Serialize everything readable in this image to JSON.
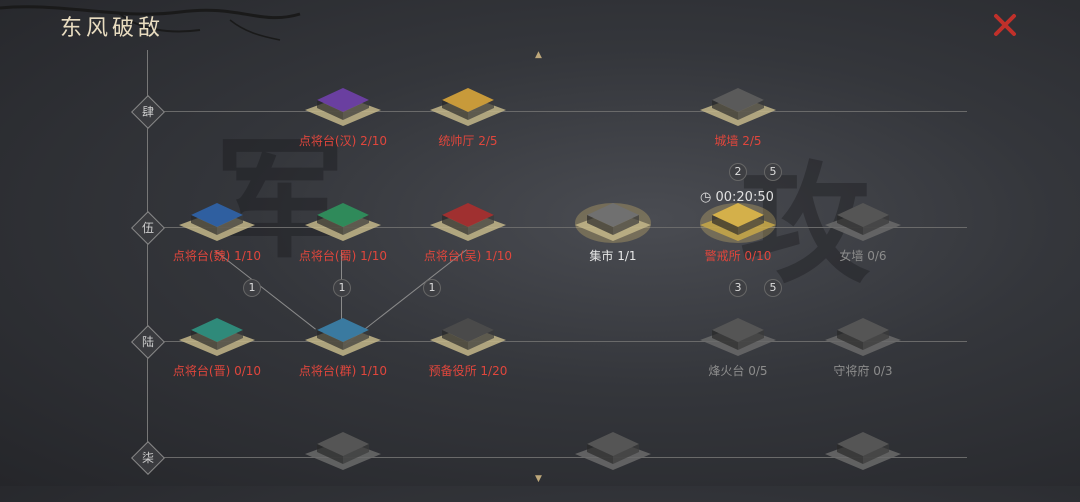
{
  "title": "东风破敌",
  "bg_chars": [
    "军",
    "攻"
  ],
  "rows": [
    "肆",
    "伍",
    "陆",
    "柒"
  ],
  "timer": "00:20:50",
  "nodes": [
    {
      "id": "n1",
      "label": "点将台(汉) 2/10",
      "state": "red",
      "roof": "#6a3fa0"
    },
    {
      "id": "n2",
      "label": "统帅厅 2/5",
      "state": "red",
      "roof": "#c89a3a"
    },
    {
      "id": "n3",
      "label": "城墙 2/5",
      "state": "red",
      "roof": "#5a5a5a"
    },
    {
      "id": "n4",
      "label": "点将台(魏) 1/10",
      "state": "red",
      "roof": "#2f5fa0"
    },
    {
      "id": "n5",
      "label": "点将台(蜀) 1/10",
      "state": "red",
      "roof": "#2f8a5a"
    },
    {
      "id": "n6",
      "label": "点将台(吴) 1/10",
      "state": "red",
      "roof": "#a03030"
    },
    {
      "id": "n7",
      "label": "集市 1/1",
      "state": "white",
      "roof": "#707070"
    },
    {
      "id": "n8",
      "label": "警戒所 0/10",
      "state": "red",
      "roof": "#d4b04a"
    },
    {
      "id": "n9",
      "label": "女墙 0/6",
      "state": "grey",
      "roof": "#555"
    },
    {
      "id": "n10",
      "label": "点将台(晋) 0/10",
      "state": "red",
      "roof": "#2f8a7a"
    },
    {
      "id": "n11",
      "label": "点将台(群) 1/10",
      "state": "red",
      "roof": "#3a7aa0"
    },
    {
      "id": "n12",
      "label": "预备役所 1/20",
      "state": "red",
      "roof": "#4a4a4a"
    },
    {
      "id": "n13",
      "label": "烽火台 0/5",
      "state": "grey",
      "roof": "#555"
    },
    {
      "id": "n14",
      "label": "守将府 0/3",
      "state": "grey",
      "roof": "#555"
    },
    {
      "id": "n15",
      "label": "",
      "state": "grey",
      "roof": "#555"
    },
    {
      "id": "n16",
      "label": "",
      "state": "grey",
      "roof": "#555"
    },
    {
      "id": "n17",
      "label": "",
      "state": "grey",
      "roof": "#555"
    }
  ],
  "badges": [
    "2",
    "5",
    "1",
    "1",
    "1",
    "3",
    "5"
  ]
}
